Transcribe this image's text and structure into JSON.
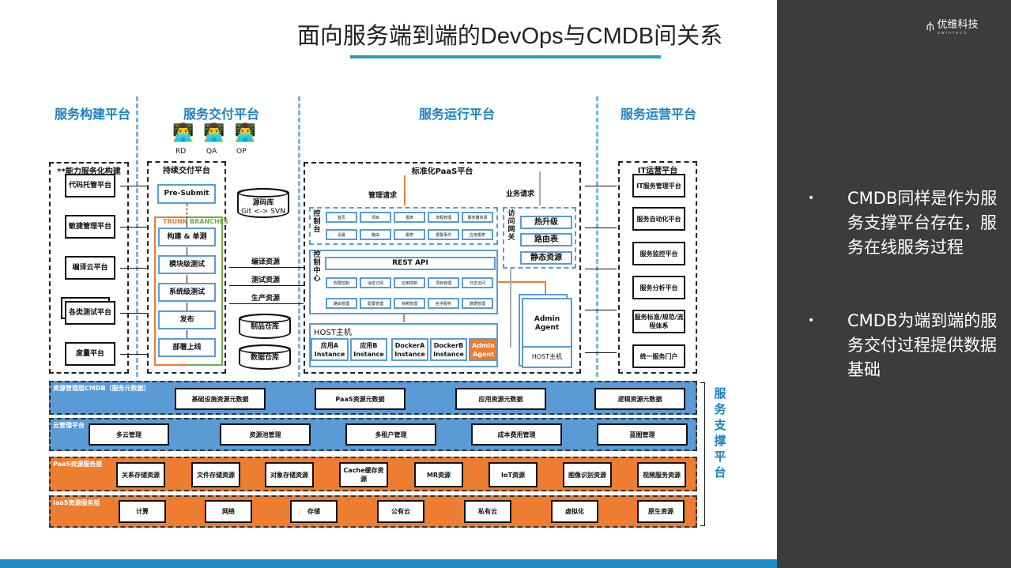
{
  "slide": {
    "title": "面向服务端到端的DevOps与CMDB间关系",
    "accent_color": "#1fa0b4",
    "logo": {
      "name": "优维科技",
      "sub": "uwintech"
    },
    "bullets": [
      "CMDB同样是作为服务支撑平台存在，服务在线服务过程",
      "CMDB为端到端的服务交付过程提供数据基础"
    ]
  },
  "columns": [
    "服务构建平台",
    "服务交付平台",
    "服务运行平台",
    "服务运营平台"
  ],
  "roles": [
    "RD",
    "QA",
    "OP"
  ],
  "build": {
    "title": "**能力服务化构建",
    "items": [
      "代码托管平台",
      "敏捷管理平台",
      "编译云平台",
      "各类测试平台",
      "度量平台"
    ]
  },
  "delivery": {
    "title": "持续交付平台",
    "presubmit": "Pre-Submit",
    "trunk": "TRUNK",
    "branches": "BRANCHES",
    "steps": [
      "构建 & 单测",
      "模块级测试",
      "系统级测试",
      "发布",
      "部署上线"
    ],
    "repo": {
      "name": "源码库",
      "sub": "Git <-> SVN"
    },
    "resources": [
      "编译资源",
      "测试资源",
      "生产资源"
    ],
    "artifact_store": "制品仓库",
    "data_store": "数据仓库"
  },
  "runtime": {
    "title": "标准化PaaS平台",
    "mgmt_request": "管理请求",
    "biz_request": "业务请求",
    "console": {
      "label": "控制台",
      "items": [
        "首页",
        "项目",
        "报表",
        "流程管理",
        "服务器资源",
        "设置",
        "路由",
        "报表",
        "报警事件",
        "应用报表"
      ]
    },
    "gateway": {
      "label": "访问网关",
      "items": [
        "热升级",
        "路由表",
        "静态资源"
      ]
    },
    "control_center": {
      "label": "控制中心",
      "rest_api": "REST API",
      "items": [
        "权限控制",
        "消息订阅",
        "应用控制",
        "项目管理",
        "日志访问",
        "路由管理",
        "配置管理",
        "依赖管理",
        "名字服务",
        "数据管理"
      ]
    },
    "host": {
      "label": "HOST主机",
      "instances": [
        "应用A Instance",
        "应用B Instance",
        "DockerA Instance",
        "DockerB Instance",
        "Admin Agent"
      ]
    },
    "remote": {
      "agent": "Admin Agent",
      "host": "HOST主机"
    }
  },
  "ops": {
    "title": "IT运营平台",
    "items": [
      "IT服务管理平台",
      "服务自动化平台",
      "服务监控平台",
      "服务分析平台",
      "服务标准/规范/流程体系",
      "统一服务门户"
    ]
  },
  "layers": [
    {
      "title": "资源管理层CMDB（服务元数据）",
      "color": "#5b9bd5",
      "items": [
        "基础设施资源元数据",
        "PaaS资源元数据",
        "应用资源元数据",
        "逻辑资源元数据"
      ]
    },
    {
      "title": "云管理平台",
      "color": "#5b9bd5",
      "items": [
        "多云管理",
        "资源池管理",
        "多租户管理",
        "成本费用管理",
        "蓝图管理"
      ]
    },
    {
      "title": "PaaS资源服务层",
      "color": "#ed7d31",
      "items": [
        "关系存储资源",
        "文件存储资源",
        "对象存储资源",
        "Cache缓存资源",
        "MR资源",
        "IoT资源",
        "图像识别资源",
        "视频服务资源"
      ]
    },
    {
      "title": "IaaS资源服务层",
      "color": "#ed7d31",
      "items": [
        "计算",
        "网络",
        "存储",
        "公有云",
        "私有云",
        "虚拟化",
        "原生资源"
      ]
    }
  ],
  "support_label": "服务支撑平台"
}
